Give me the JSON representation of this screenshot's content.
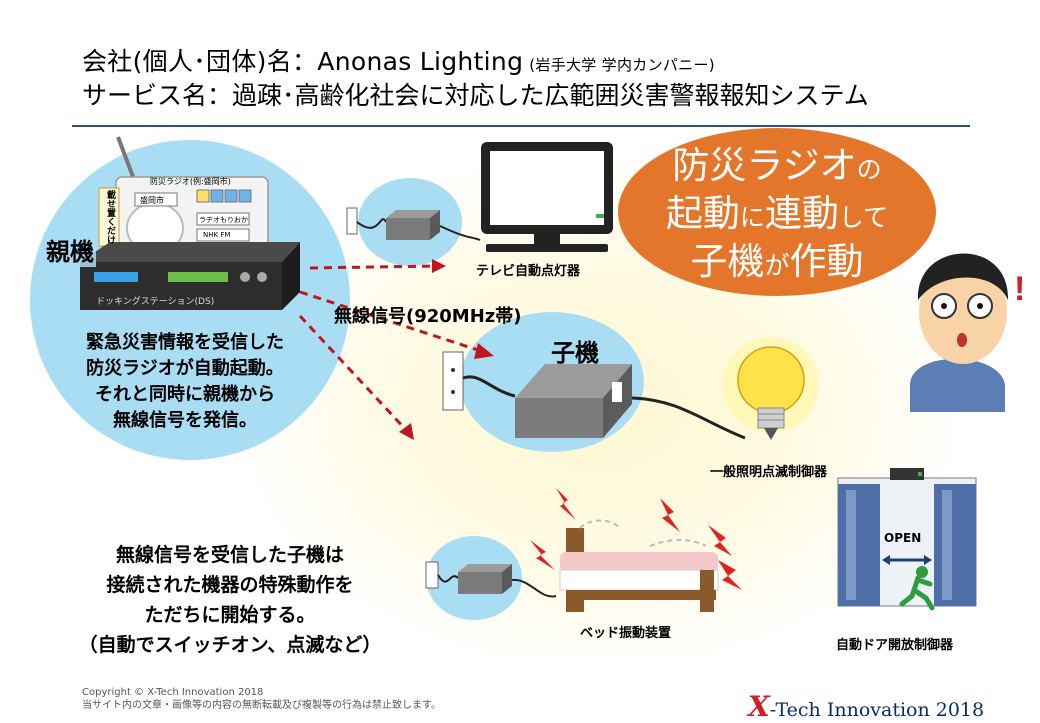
{
  "header": {
    "company_line": "会社(個人･団体)名：Anonas Lighting",
    "company_note": "(岩手大学 学内カンパニー)",
    "service_line": "サービス名：過疎･高齢化社会に対応した広範囲災害警報報知システム"
  },
  "parent": {
    "label": "親機",
    "radio_title": "防災ラジオ(例:盛岡市)",
    "radio_city": "盛岡市",
    "radio_tag": "載せ置くだけ",
    "radio_line1": "ラヂオもりおか",
    "radio_line2": "NHK FM",
    "dock_label": "ドッキングステーション(DS)",
    "description": [
      "緊急災害情報を受信した",
      "防災ラジオが自動起動。",
      "それと同時に親機から",
      "無線信号を発信。"
    ]
  },
  "signal": {
    "label": "無線信号(920MHz帯)"
  },
  "child": {
    "label": "子機"
  },
  "devices": {
    "tv": "テレビ自動点灯器",
    "light": "一般照明点滅制御器",
    "bed": "ベッド振動装置",
    "door": "自動ドア開放制御器",
    "door_sign": "OPEN"
  },
  "bubble": {
    "line1_main": "防災ラジオ",
    "line1_small": "の",
    "line2_a": "起動",
    "line2_b": "に",
    "line2_c": "連動",
    "line2_d": "して",
    "line3_a": "子機",
    "line3_b": "が",
    "line3_c": "作動"
  },
  "bottom_description": [
    "無線信号を受信した子機は",
    "接続された機器の特殊動作を",
    "ただちに開始する。",
    "（自動でスイッチオン、点滅など）"
  ],
  "footer": {
    "copyright": "Copyright ©  X-Tech Innovation 2018",
    "notice": "当サイト内の文章・画像等の内容の無断転載及び複製等の行為は禁止致します。",
    "logo_x": "X",
    "logo_rest": "-Tech Innovation 2018"
  },
  "colors": {
    "accent_orange": "#e3762a",
    "circle_blue": "#a9ddf4",
    "arrow_red": "#c0171e",
    "rule_navy": "#2f4f7a"
  }
}
